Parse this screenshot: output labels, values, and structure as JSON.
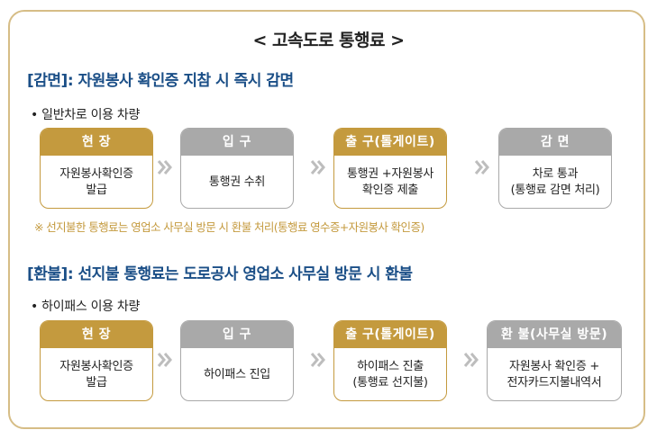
{
  "title": "< 고속도로 통행료 >",
  "section1": {
    "heading": "[감면]: 자원봉사 확인증 지참 시 즉시 감면",
    "bullet": "• 일반차로 이용 차량",
    "steps": [
      {
        "head": "현 장",
        "body": "자원봉사확인증\n발급"
      },
      {
        "head": "입 구",
        "body": "통행권 수취"
      },
      {
        "head": "출 구(톨게이트)",
        "body": "통행권 +자원봉사\n확인증 제출"
      },
      {
        "head": "감 면",
        "body": "차로 통과\n(통행료 감면 처리)"
      }
    ],
    "note": "※ 선지불한 통행료는 영업소 사무실 방문 시 환불 처리(통행료 영수증+자원봉사 확인증)"
  },
  "section2": {
    "heading": "[환불]: 선지불 통행료는 도로공사 영업소 사무실 방문 시 환불",
    "bullet": "• 하이패스 이용 차량",
    "steps": [
      {
        "head": "현 장",
        "body": "자원봉사확인증\n발급"
      },
      {
        "head": "입 구",
        "body": "하이패스 진입"
      },
      {
        "head": "출 구(톨게이트)",
        "body": "하이패스 진출\n(통행료 선지불)"
      },
      {
        "head": "환 불(사무실 방문)",
        "body": "자원봉사 확인증 +\n전자카드지불내역서"
      }
    ]
  },
  "colors": {
    "gold": "#c49a3e",
    "gray": "#a9a9a9",
    "heading_blue": "#1b4f87",
    "frame": "#d6bd86"
  },
  "icons": {
    "step_arrow": "double-chevron-right-icon"
  }
}
